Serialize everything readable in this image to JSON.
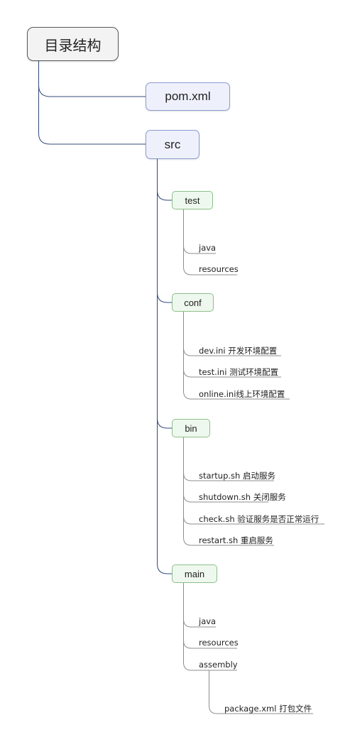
{
  "root": {
    "label": "目录结构"
  },
  "pom": {
    "label": "pom.xml"
  },
  "src": {
    "label": "src"
  },
  "test": {
    "label": "test",
    "items": [
      "java",
      "resources"
    ]
  },
  "conf": {
    "label": "conf",
    "items": [
      "dev.ini 开发环境配置",
      "test.ini 测试环境配置",
      "online.ini线上环境配置"
    ]
  },
  "bin": {
    "label": "bin",
    "items": [
      "startup.sh 启动服务",
      "shutdown.sh 关闭服务",
      "check.sh 验证服务是否正常运行",
      "restart.sh 重启服务"
    ]
  },
  "main": {
    "label": "main",
    "items": [
      "java",
      "resources",
      "assembly"
    ],
    "assembly_children": [
      "package.xml 打包文件"
    ]
  },
  "colors": {
    "root_border": "#5a5a5a",
    "root_fill": "#f3f3f3",
    "level1_border": "#8d9bd0",
    "level1_fill": "#eef1fb",
    "level2_border": "#8cc08a",
    "level2_fill": "#eff8ee",
    "connector": "#334a7a",
    "leaf_underline": "#8d8d8d"
  }
}
